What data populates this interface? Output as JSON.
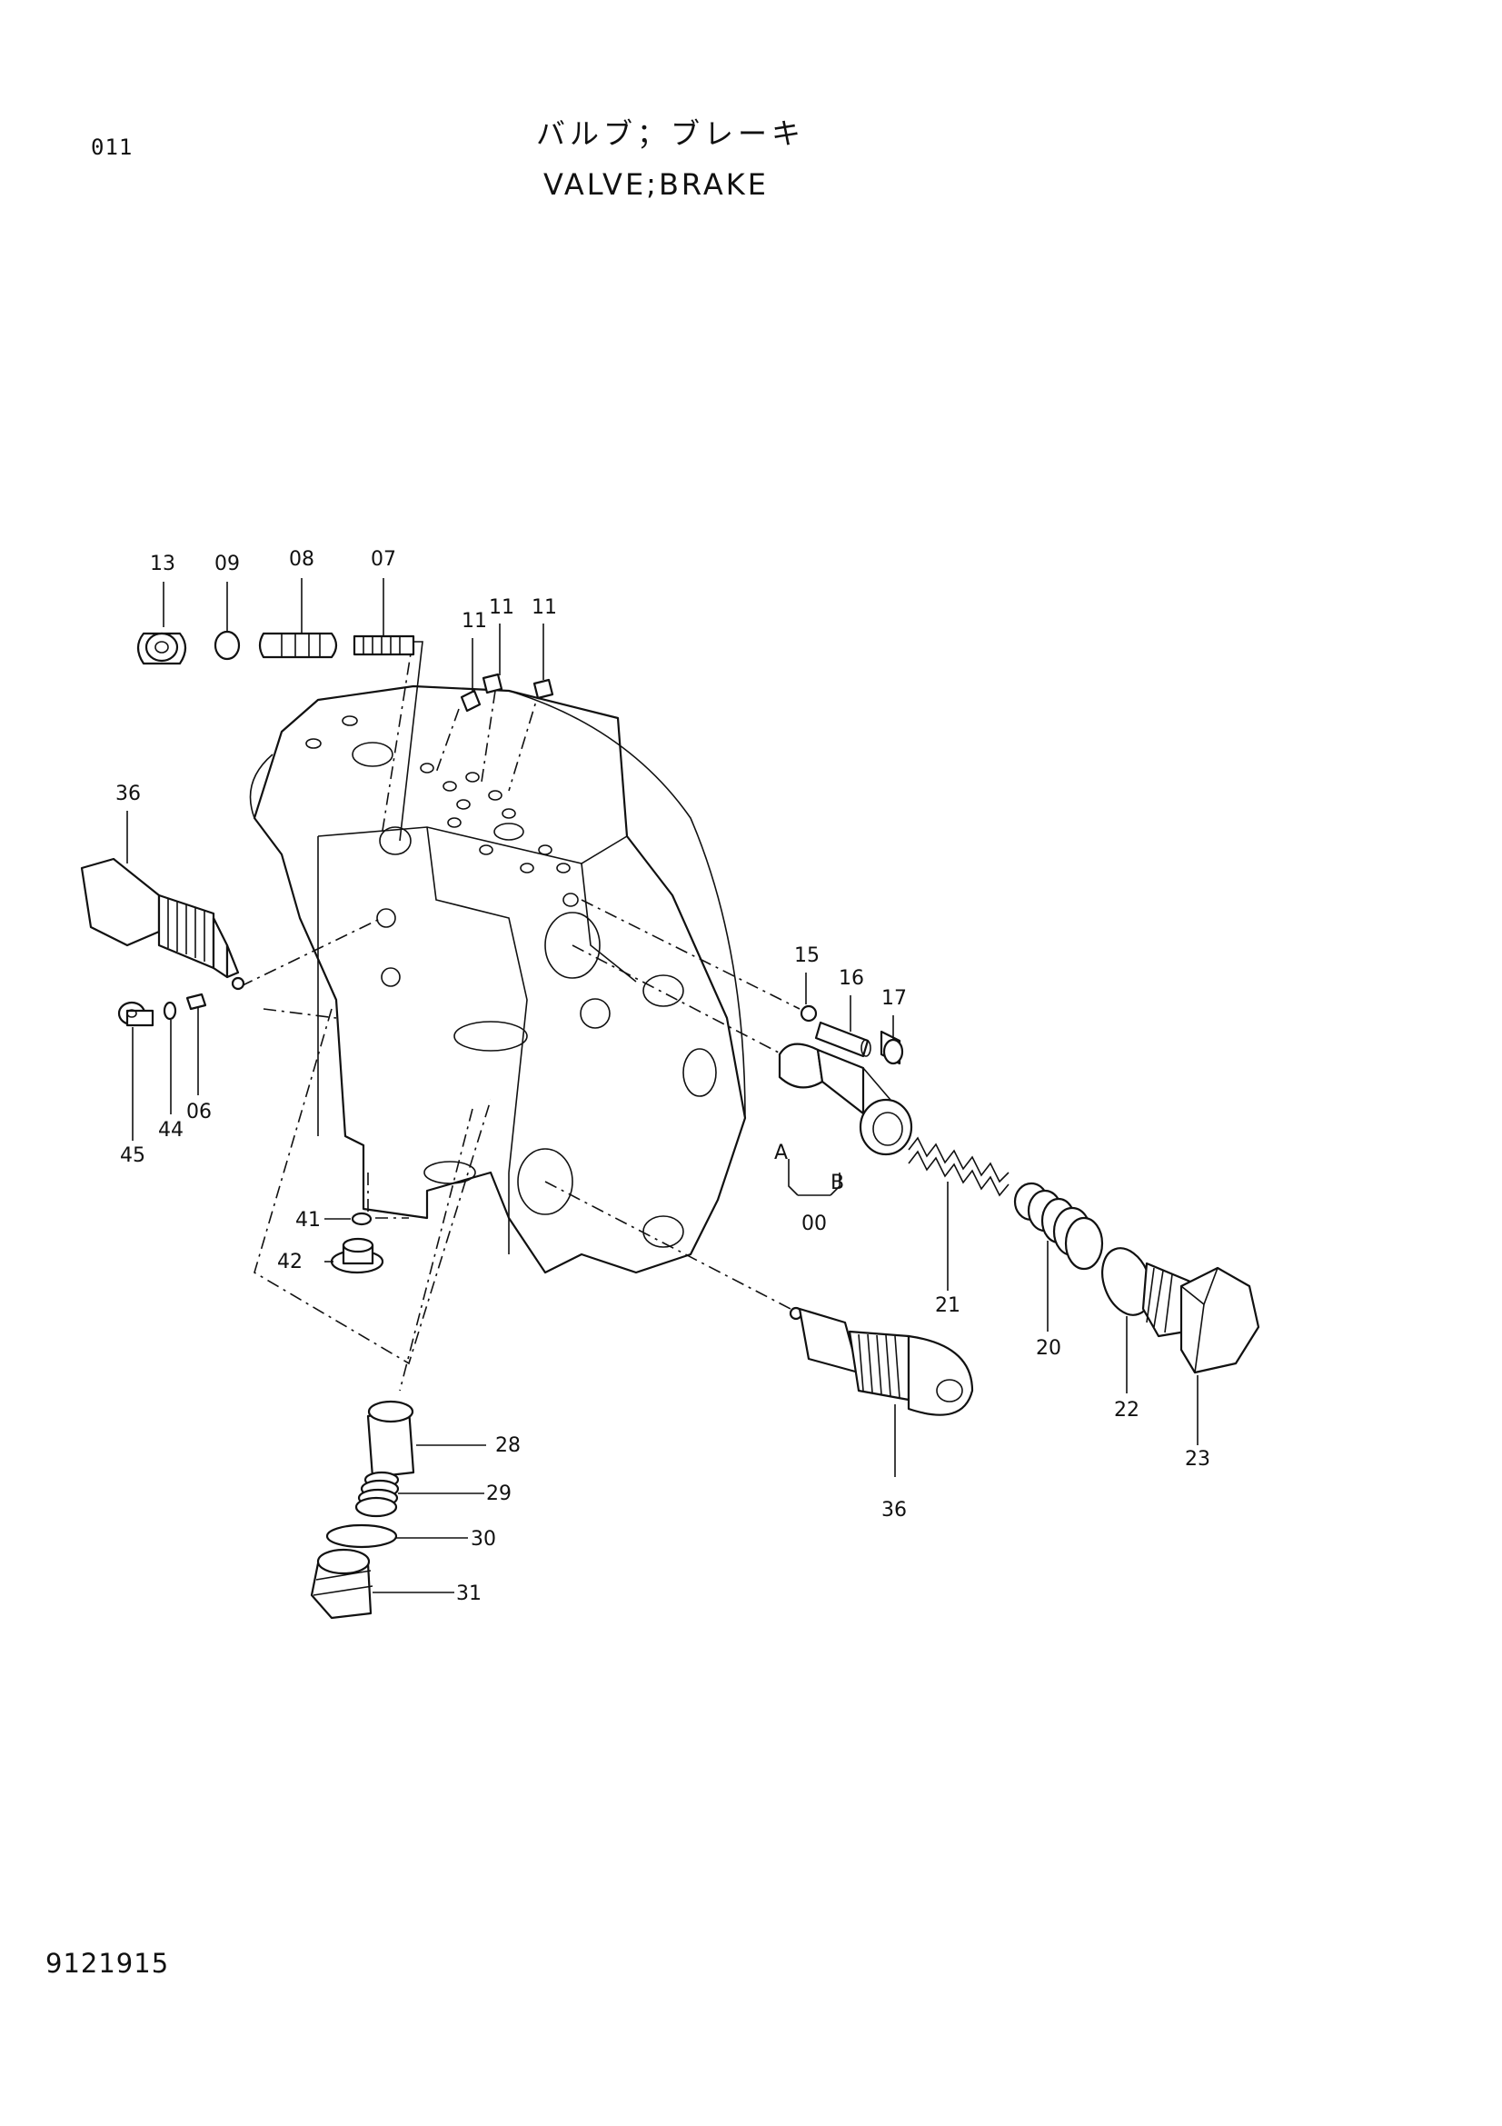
{
  "page_number": "011",
  "title_jp": "バルブ；ブレーキ",
  "title_en": "VALVE;BRAKE",
  "drawing_number": "9121915",
  "port_labels": {
    "a": "A",
    "b": "B"
  },
  "parts": {
    "p13": "13",
    "p09": "09",
    "p08": "08",
    "p07": "07",
    "p11a": "11",
    "p11b": "11",
    "p11c": "11",
    "p36a": "36",
    "p36b": "36",
    "p15": "15",
    "p16": "16",
    "p17": "17",
    "p45": "45",
    "p44": "44",
    "p06": "06",
    "p41": "41",
    "p42": "42",
    "p00": "00",
    "p21": "21",
    "p20": "20",
    "p22": "22",
    "p23": "23",
    "p28": "28",
    "p29": "29",
    "p30": "30",
    "p31": "31"
  }
}
